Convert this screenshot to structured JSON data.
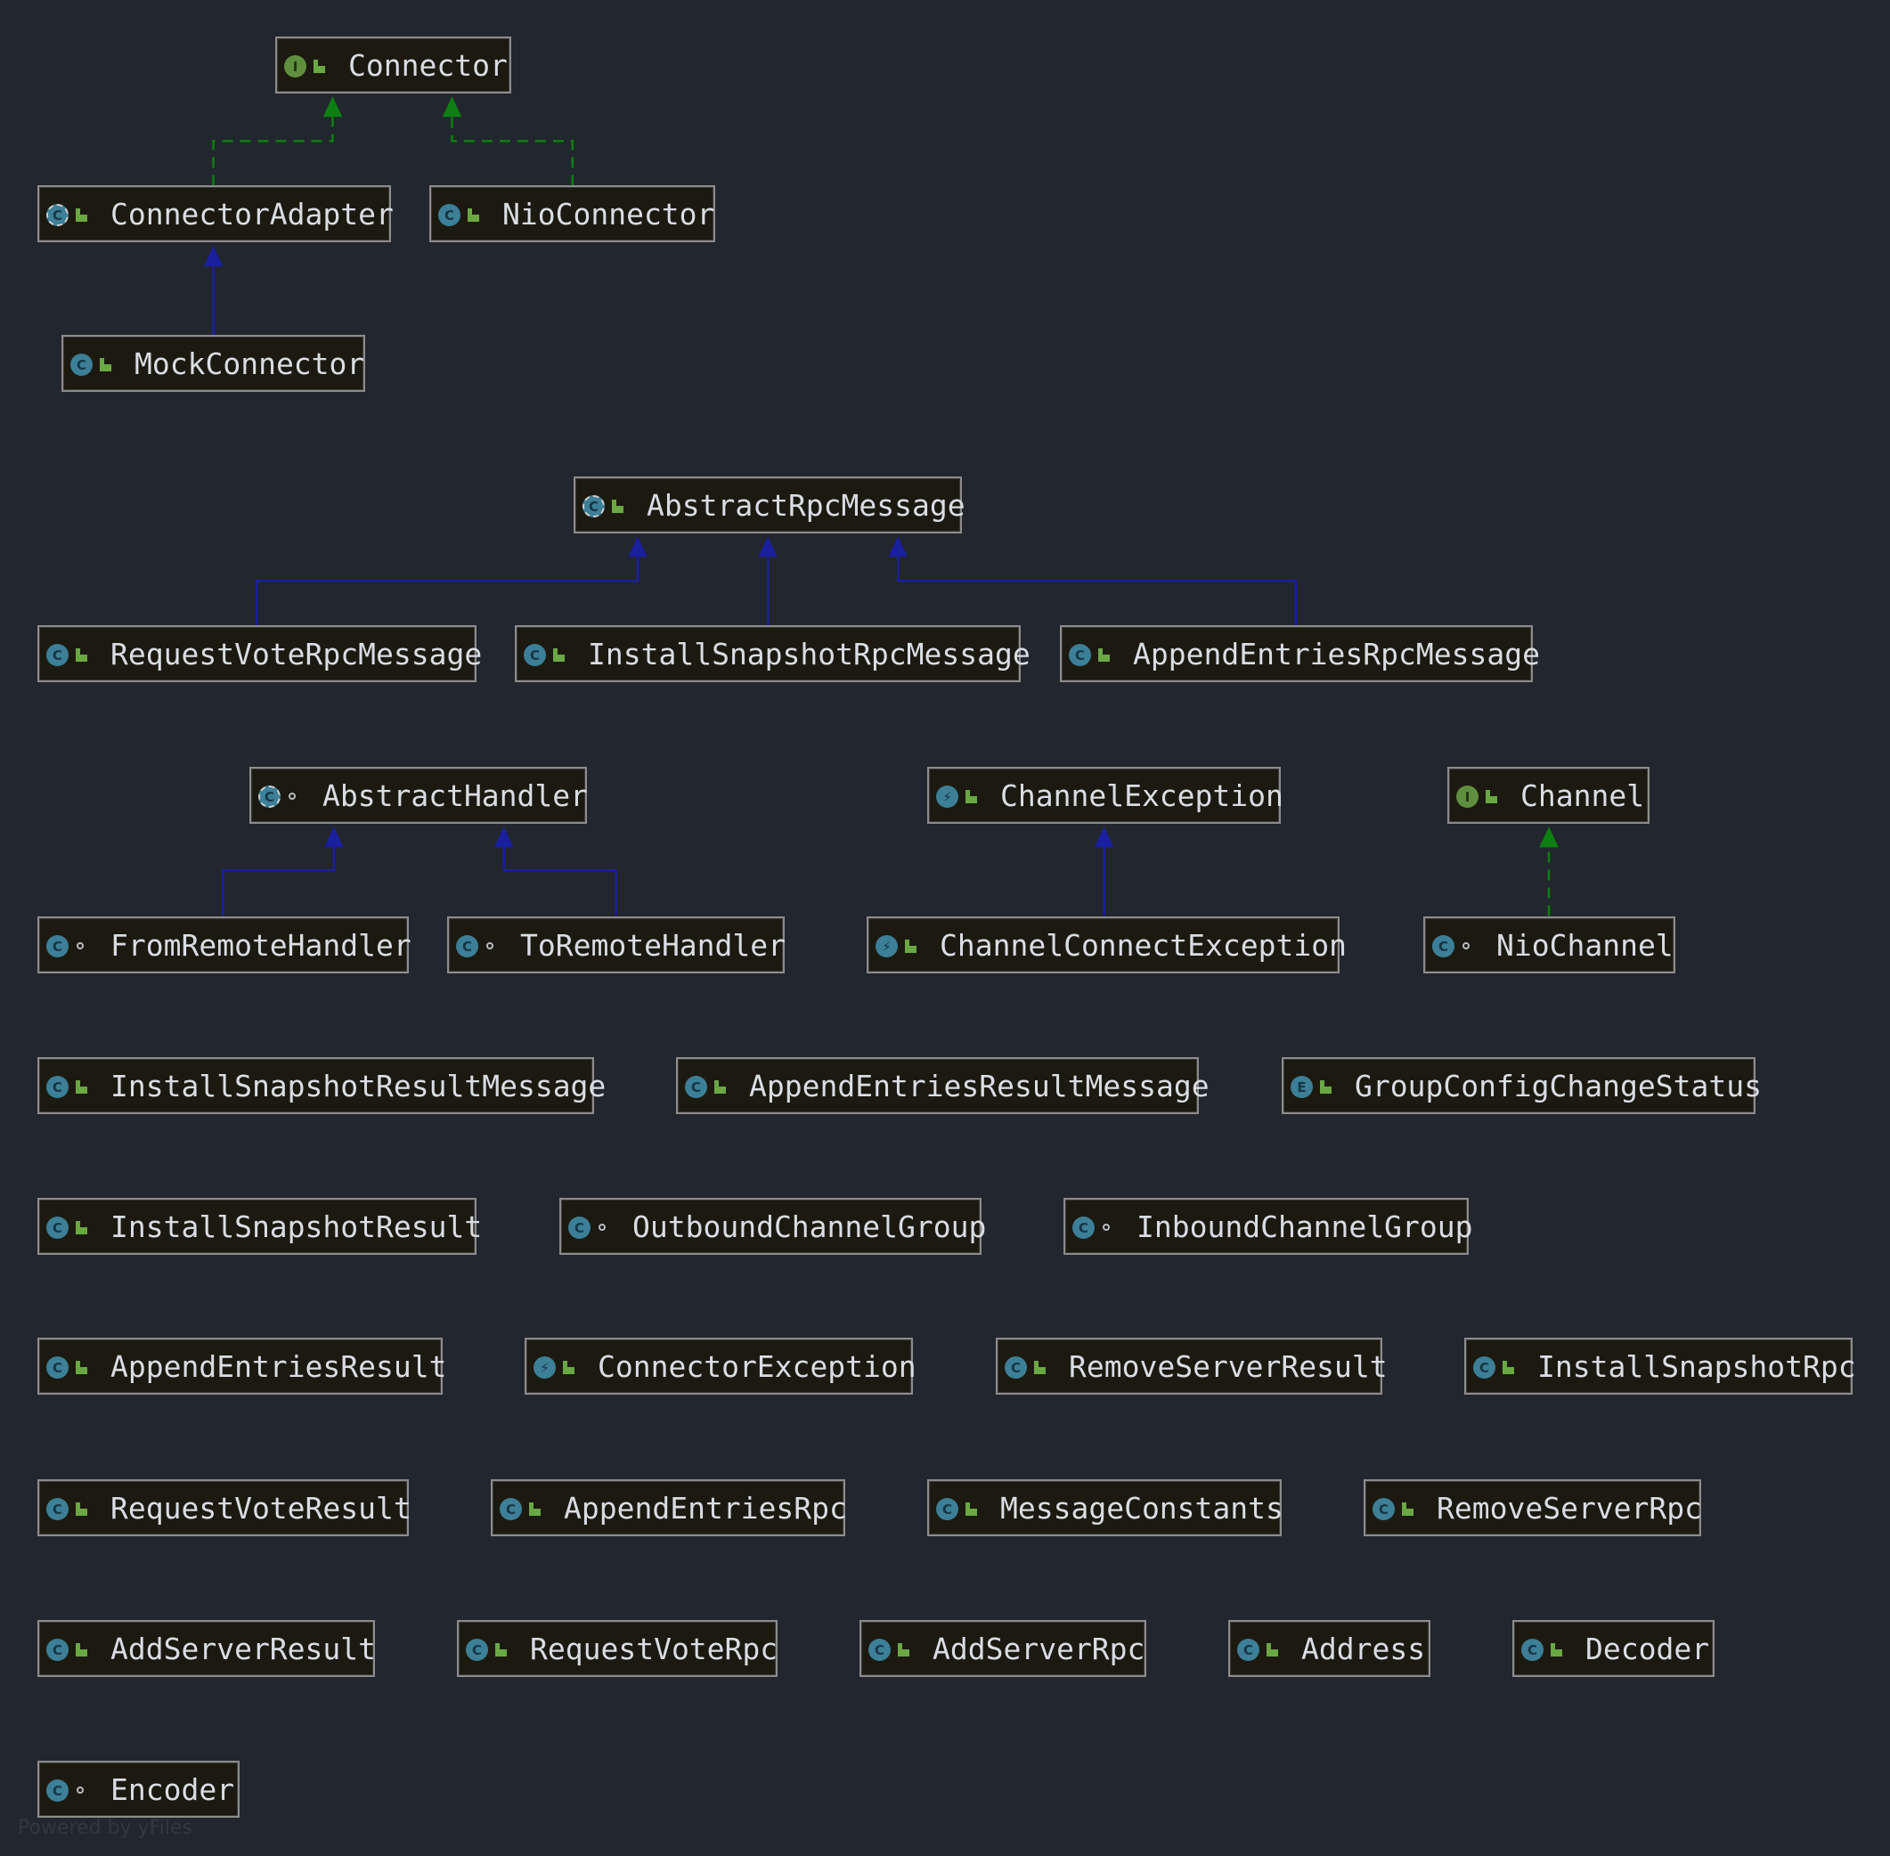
{
  "diagram": {
    "watermark": "Powered by yFiles",
    "colors": {
      "background": "#22262e",
      "node_fill": "#1c1a10",
      "node_border": "#8c8c8c",
      "text": "#d9dde3",
      "extends_edge": "#1a1f9e",
      "implements_edge": "#0e7f12"
    },
    "nodes": [
      {
        "id": "Connector",
        "label": "Connector",
        "kind": "interface",
        "visibility": "public"
      },
      {
        "id": "ConnectorAdapter",
        "label": "ConnectorAdapter",
        "kind": "abstract",
        "visibility": "public"
      },
      {
        "id": "NioConnector",
        "label": "NioConnector",
        "kind": "class",
        "visibility": "public"
      },
      {
        "id": "MockConnector",
        "label": "MockConnector",
        "kind": "class",
        "visibility": "public"
      },
      {
        "id": "AbstractRpcMessage",
        "label": "AbstractRpcMessage",
        "kind": "abstract",
        "visibility": "public"
      },
      {
        "id": "RequestVoteRpcMessage",
        "label": "RequestVoteRpcMessage",
        "kind": "class",
        "visibility": "public"
      },
      {
        "id": "InstallSnapshotRpcMessage",
        "label": "InstallSnapshotRpcMessage",
        "kind": "class",
        "visibility": "public"
      },
      {
        "id": "AppendEntriesRpcMessage",
        "label": "AppendEntriesRpcMessage",
        "kind": "class",
        "visibility": "public"
      },
      {
        "id": "AbstractHandler",
        "label": "AbstractHandler",
        "kind": "abstract",
        "visibility": "package"
      },
      {
        "id": "ChannelException",
        "label": "ChannelException",
        "kind": "exception",
        "visibility": "public"
      },
      {
        "id": "Channel",
        "label": "Channel",
        "kind": "interface",
        "visibility": "public"
      },
      {
        "id": "FromRemoteHandler",
        "label": "FromRemoteHandler",
        "kind": "class",
        "visibility": "package"
      },
      {
        "id": "ToRemoteHandler",
        "label": "ToRemoteHandler",
        "kind": "class",
        "visibility": "package"
      },
      {
        "id": "ChannelConnectException",
        "label": "ChannelConnectException",
        "kind": "exception",
        "visibility": "public"
      },
      {
        "id": "NioChannel",
        "label": "NioChannel",
        "kind": "class",
        "visibility": "package"
      },
      {
        "id": "InstallSnapshotResultMessage",
        "label": "InstallSnapshotResultMessage",
        "kind": "class",
        "visibility": "public"
      },
      {
        "id": "AppendEntriesResultMessage",
        "label": "AppendEntriesResultMessage",
        "kind": "class",
        "visibility": "public"
      },
      {
        "id": "GroupConfigChangeStatus",
        "label": "GroupConfigChangeStatus",
        "kind": "enum",
        "visibility": "public"
      },
      {
        "id": "InstallSnapshotResult",
        "label": "InstallSnapshotResult",
        "kind": "class",
        "visibility": "public"
      },
      {
        "id": "OutboundChannelGroup",
        "label": "OutboundChannelGroup",
        "kind": "class",
        "visibility": "package"
      },
      {
        "id": "InboundChannelGroup",
        "label": "InboundChannelGroup",
        "kind": "class",
        "visibility": "package"
      },
      {
        "id": "AppendEntriesResult",
        "label": "AppendEntriesResult",
        "kind": "class",
        "visibility": "public"
      },
      {
        "id": "ConnectorException",
        "label": "ConnectorException",
        "kind": "exception",
        "visibility": "public"
      },
      {
        "id": "RemoveServerResult",
        "label": "RemoveServerResult",
        "kind": "class",
        "visibility": "public"
      },
      {
        "id": "InstallSnapshotRpc",
        "label": "InstallSnapshotRpc",
        "kind": "class",
        "visibility": "public"
      },
      {
        "id": "RequestVoteResult",
        "label": "RequestVoteResult",
        "kind": "class",
        "visibility": "public"
      },
      {
        "id": "AppendEntriesRpc",
        "label": "AppendEntriesRpc",
        "kind": "class",
        "visibility": "public"
      },
      {
        "id": "MessageConstants",
        "label": "MessageConstants",
        "kind": "class",
        "visibility": "public"
      },
      {
        "id": "RemoveServerRpc",
        "label": "RemoveServerRpc",
        "kind": "class",
        "visibility": "public"
      },
      {
        "id": "AddServerResult",
        "label": "AddServerResult",
        "kind": "class",
        "visibility": "public"
      },
      {
        "id": "RequestVoteRpc",
        "label": "RequestVoteRpc",
        "kind": "class",
        "visibility": "public"
      },
      {
        "id": "AddServerRpc",
        "label": "AddServerRpc",
        "kind": "class",
        "visibility": "public"
      },
      {
        "id": "Address",
        "label": "Address",
        "kind": "class",
        "visibility": "public"
      },
      {
        "id": "Decoder",
        "label": "Decoder",
        "kind": "class",
        "visibility": "public"
      },
      {
        "id": "Encoder",
        "label": "Encoder",
        "kind": "class",
        "visibility": "package"
      }
    ],
    "edges": [
      {
        "from": "ConnectorAdapter",
        "to": "Connector",
        "type": "implements"
      },
      {
        "from": "NioConnector",
        "to": "Connector",
        "type": "implements"
      },
      {
        "from": "MockConnector",
        "to": "ConnectorAdapter",
        "type": "extends"
      },
      {
        "from": "RequestVoteRpcMessage",
        "to": "AbstractRpcMessage",
        "type": "extends"
      },
      {
        "from": "InstallSnapshotRpcMessage",
        "to": "AbstractRpcMessage",
        "type": "extends"
      },
      {
        "from": "AppendEntriesRpcMessage",
        "to": "AbstractRpcMessage",
        "type": "extends"
      },
      {
        "from": "FromRemoteHandler",
        "to": "AbstractHandler",
        "type": "extends"
      },
      {
        "from": "ToRemoteHandler",
        "to": "AbstractHandler",
        "type": "extends"
      },
      {
        "from": "ChannelConnectException",
        "to": "ChannelException",
        "type": "extends"
      },
      {
        "from": "NioChannel",
        "to": "Channel",
        "type": "implements"
      }
    ]
  }
}
